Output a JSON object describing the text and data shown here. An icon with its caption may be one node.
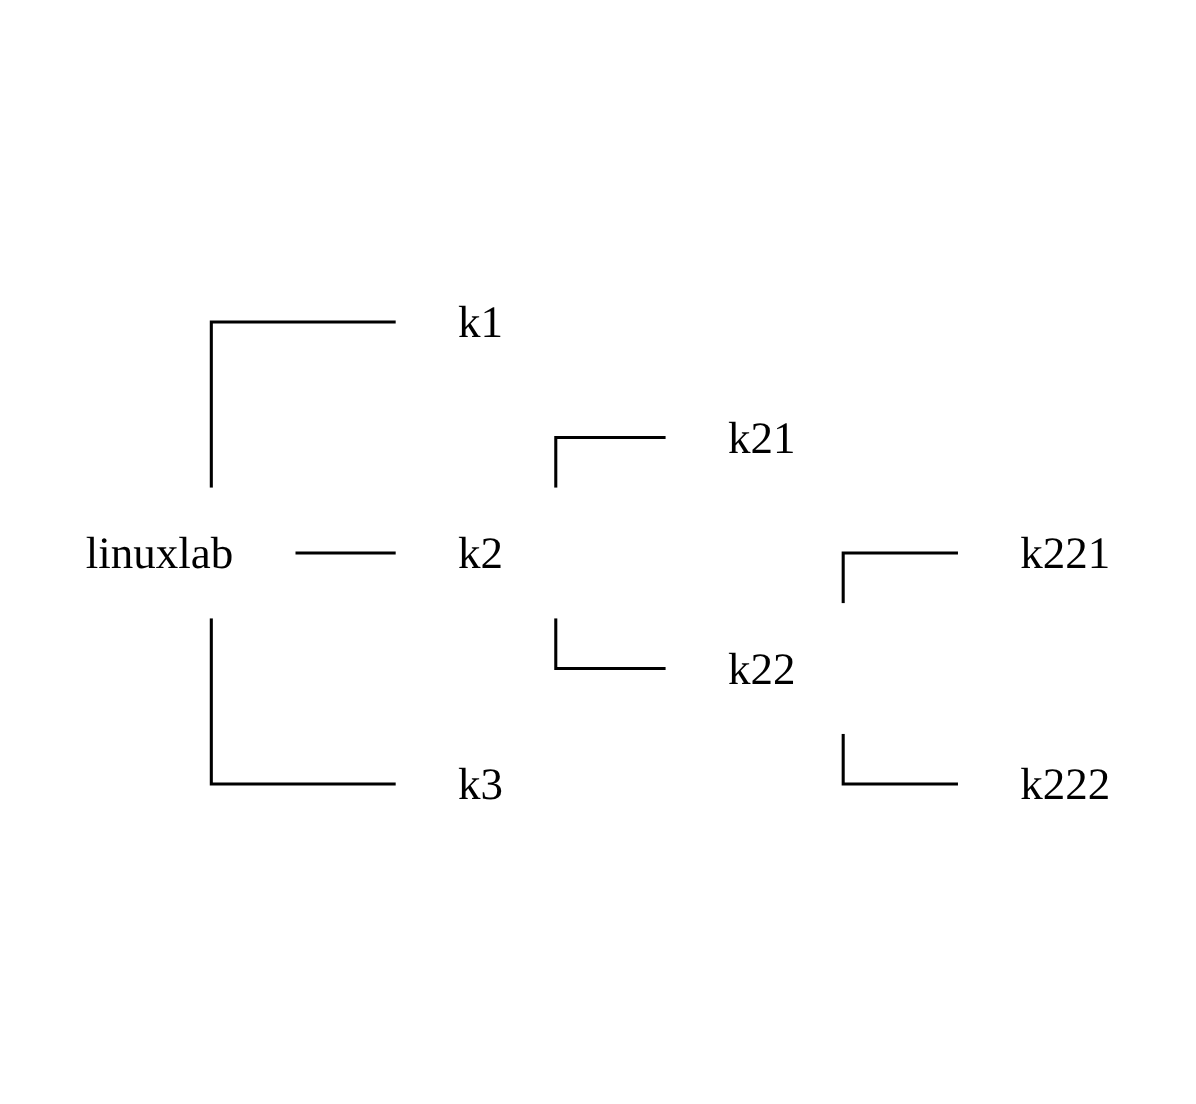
{
  "diagram": {
    "nodes": [
      {
        "text": [
          "linuxlab"
        ]
      },
      {
        "text": [
          "k1"
        ]
      },
      {
        "text": [
          "k2"
        ]
      },
      {
        "text": [
          "k21"
        ]
      },
      {
        "text": [
          "k22"
        ]
      },
      {
        "text": [
          "k221"
        ]
      },
      {
        "text": [
          "k222"
        ]
      },
      {
        "text": [
          "k3"
        ]
      }
    ],
    "edges": [
      {
        "from": 0,
        "to": 1,
        "arrow": "none"
      },
      {
        "from": 0,
        "to": 2,
        "arrow": "none"
      },
      {
        "from": 2,
        "to": 3,
        "arrow": "none"
      },
      {
        "from": 2,
        "to": 4,
        "arrow": "none"
      },
      {
        "from": 4,
        "to": 5,
        "arrow": "none"
      },
      {
        "from": 4,
        "to": 6,
        "arrow": "none"
      },
      {
        "from": 0,
        "to": 7,
        "arrow": "none"
      }
    ]
  }
}
